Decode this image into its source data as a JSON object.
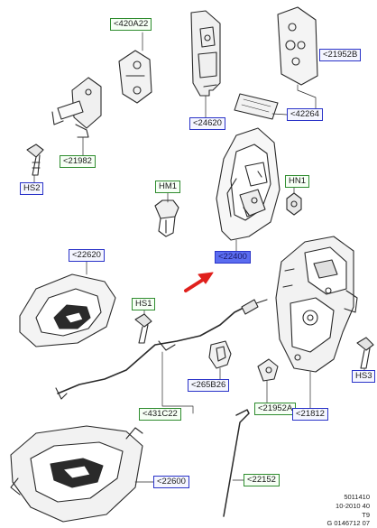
{
  "labels": {
    "c420A22": "<420A22",
    "c21952B": "<21952B",
    "c42264": "<42264",
    "c24620": "<24620",
    "c21982": "<21982",
    "hs2": "HS2",
    "hm1": "HM1",
    "hn1": "HN1",
    "c22400": "<22400",
    "c22620": "<22620",
    "hs1": "HS1",
    "c265B26": "<265B26",
    "c21952A": "<21952A",
    "c21812": "<21812",
    "hs3": "HS3",
    "c431C22": "<431C22",
    "c22600": "<22600",
    "c22152": "<22152"
  },
  "reference": {
    "line1": "5011410",
    "line2": "10-2010 40",
    "line3": "T9",
    "line4": "G 0146712 07"
  },
  "colors": {
    "green_border": "#2f8c2f",
    "blue_border": "#2a33c8",
    "highlight": "#5a6cf0",
    "arrow": "#e0201c",
    "line_art": "#2a2a2a"
  }
}
